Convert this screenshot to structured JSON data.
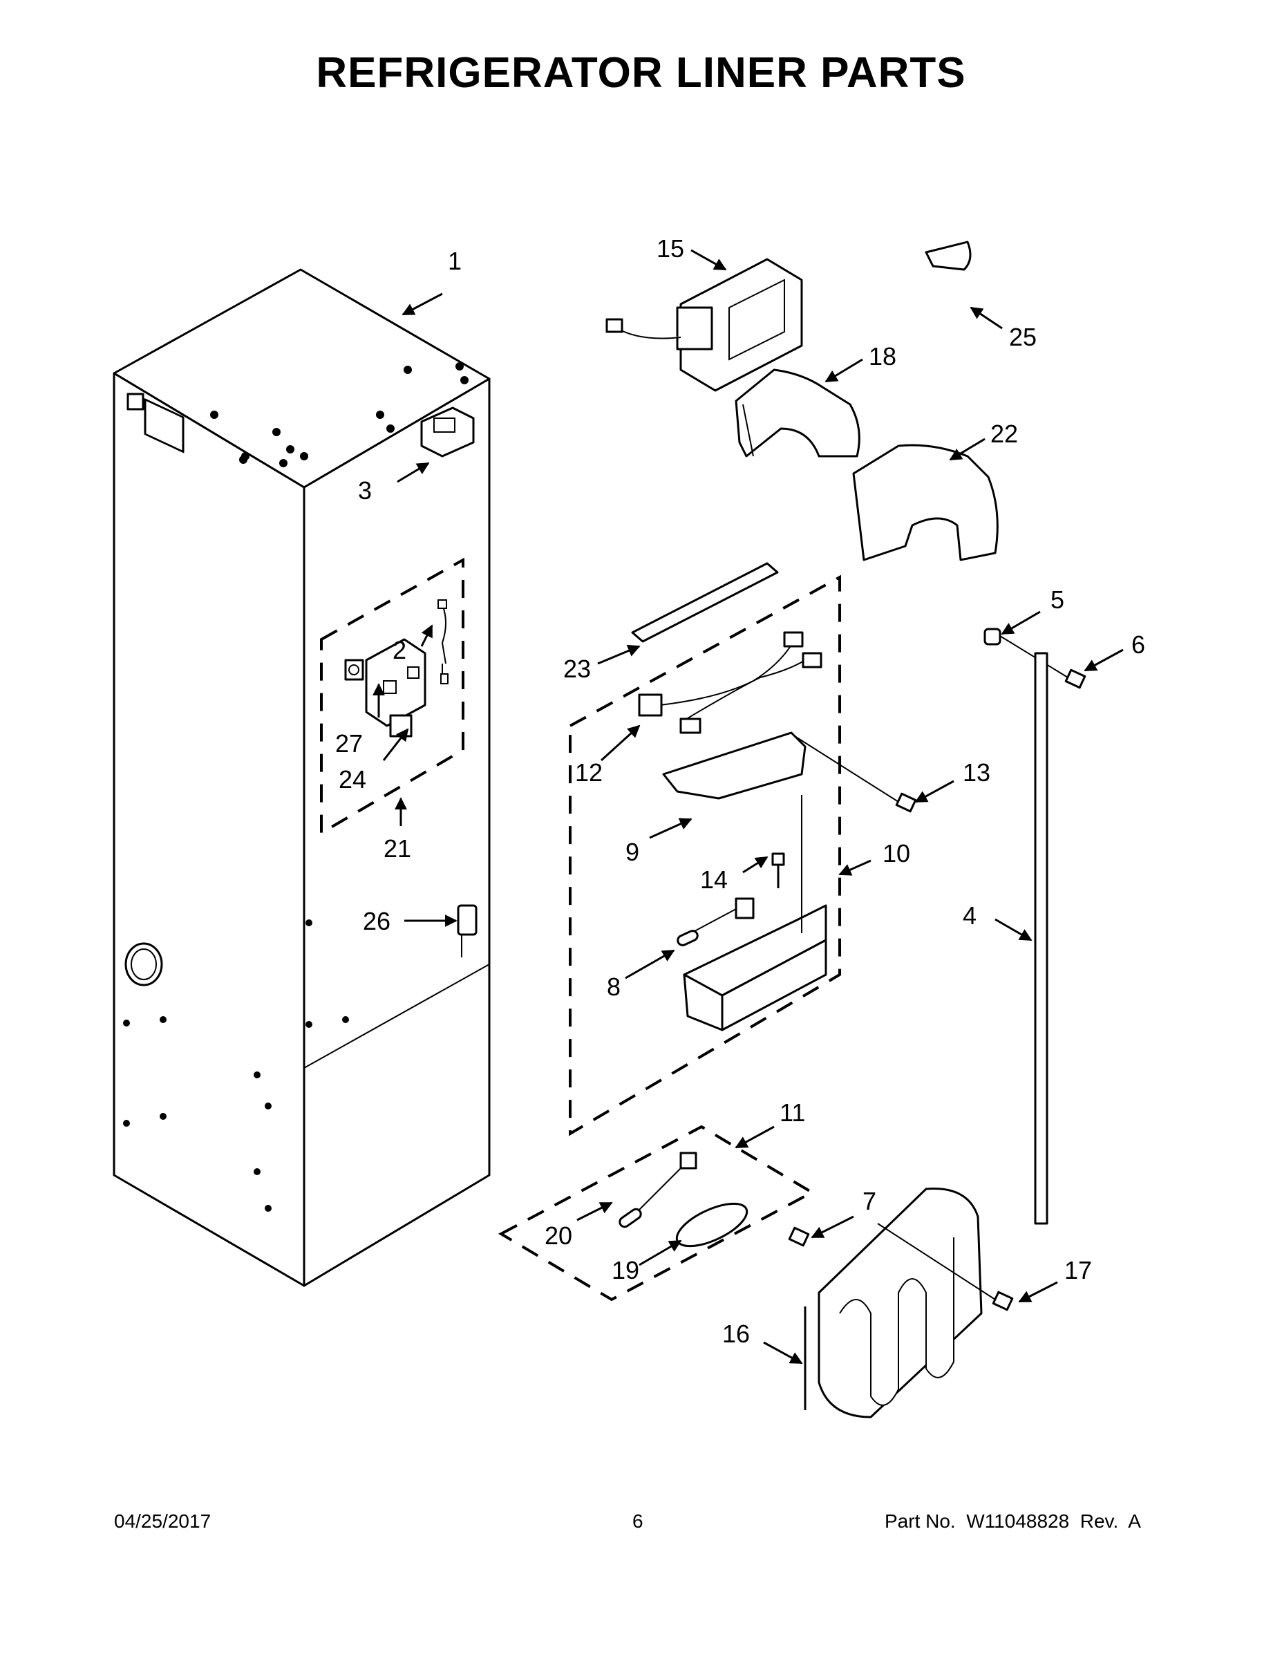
{
  "title": "REFRIGERATOR LINER PARTS",
  "footer": {
    "date": "04/25/2017",
    "page_number": "6",
    "part_number": "Part No.  W11048828  Rev.  A"
  },
  "callouts": {
    "c1": "1",
    "c2": "2",
    "c3": "3",
    "c4": "4",
    "c5": "5",
    "c6": "6",
    "c7": "7",
    "c8": "8",
    "c9": "9",
    "c10": "10",
    "c11": "11",
    "c12": "12",
    "c13": "13",
    "c14": "14",
    "c15": "15",
    "c16": "16",
    "c17": "17",
    "c18": "18",
    "c19": "19",
    "c20": "20",
    "c21": "21",
    "c22": "22",
    "c23": "23",
    "c24": "24",
    "c25": "25",
    "c26": "26",
    "c27": "27"
  }
}
